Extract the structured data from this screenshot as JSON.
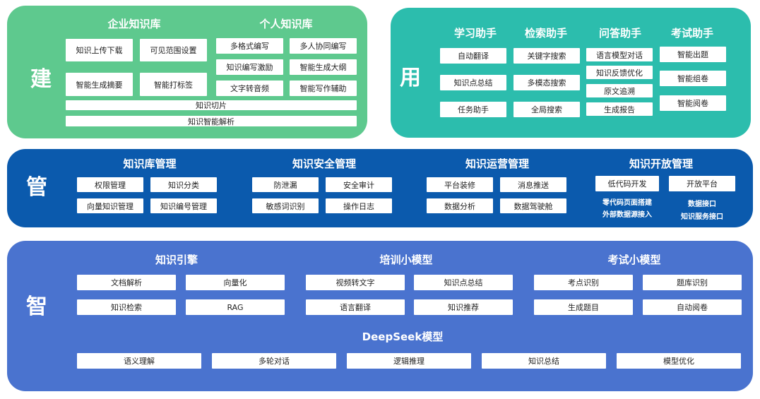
{
  "colors": {
    "jian_bg": "#5ec98e",
    "yong_bg": "#2cbdad",
    "guan_bg": "#0b5aad",
    "zhi_bg": "#4a73cf"
  },
  "jian": {
    "label": "建",
    "enterprise": {
      "title": "企业知识库",
      "items": [
        "知识上传下载",
        "可见范围设置",
        "智能生成摘要",
        "智能打标签"
      ]
    },
    "personal": {
      "title": "个人知识库",
      "items": [
        "多格式编写",
        "多人协同编写",
        "知识编写激励",
        "智能生成大纲",
        "文字转音频",
        "智能写作辅助"
      ]
    },
    "wide": [
      "知识切片",
      "知识智能解析"
    ]
  },
  "yong": {
    "label": "用",
    "groups": [
      {
        "title": "学习助手",
        "items": [
          "自动翻译",
          "知识点总结",
          "任务助手"
        ]
      },
      {
        "title": "检索助手",
        "items": [
          "关键字搜索",
          "多模态搜索",
          "全局搜索"
        ]
      },
      {
        "title": "问答助手",
        "items": [
          "语言模型对话",
          "知识反馈优化",
          "原文追溯",
          "生成报告"
        ]
      },
      {
        "title": "考试助手",
        "items": [
          "智能出题",
          "智能组卷",
          "智能阅卷"
        ]
      }
    ]
  },
  "guan": {
    "label": "管",
    "groups": [
      {
        "title": "知识库管理",
        "items": [
          "权限管理",
          "知识分类",
          "向量知识管理",
          "知识编号管理"
        ]
      },
      {
        "title": "知识安全管理",
        "items": [
          "防泄漏",
          "安全审计",
          "敏感词识别",
          "操作日志"
        ]
      },
      {
        "title": "知识运营管理",
        "items": [
          "平台装修",
          "消息推送",
          "数据分析",
          "数据驾驶舱"
        ]
      },
      {
        "title": "知识开放管理",
        "items": [
          "低代码开发",
          "开放平台"
        ],
        "notes_left": [
          "零代码页面搭建",
          "外部数据源接入"
        ],
        "notes_right": [
          "数据接口",
          "知识服务接口"
        ]
      }
    ]
  },
  "zhi": {
    "label": "智",
    "groups": [
      {
        "title": "知识引擎",
        "items": [
          "文档解析",
          "向量化",
          "知识检索",
          "RAG"
        ]
      },
      {
        "title": "培训小模型",
        "items": [
          "视频转文字",
          "知识点总结",
          "语言翻译",
          "知识推荐"
        ]
      },
      {
        "title": "考试小模型",
        "items": [
          "考点识别",
          "题库识别",
          "生成题目",
          "自动阅卷"
        ]
      }
    ],
    "deepseek": {
      "title": "DeepSeek模型",
      "items": [
        "语义理解",
        "多轮对话",
        "逻辑推理",
        "知识总结",
        "模型优化"
      ]
    }
  }
}
